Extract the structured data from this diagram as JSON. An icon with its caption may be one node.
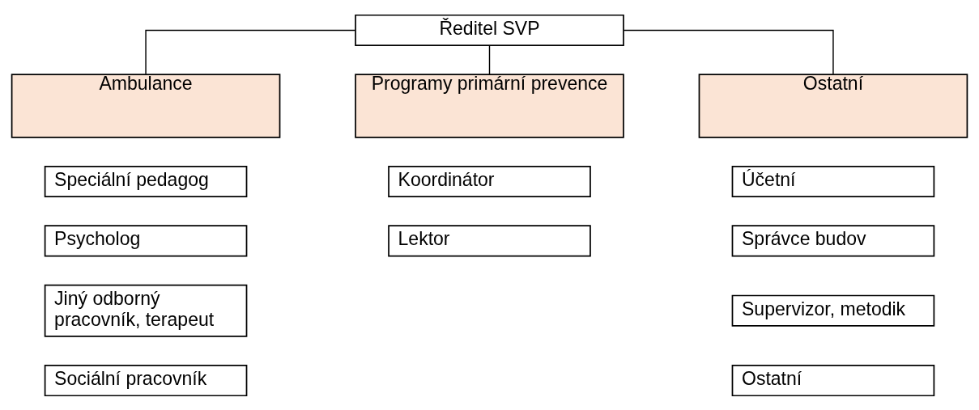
{
  "diagram": {
    "nodes": [
      {
        "text": [
          "Ředitel SVP"
        ]
      },
      {
        "text": [
          "Ambulance"
        ]
      },
      {
        "text": [
          "Programy primární prevence"
        ]
      },
      {
        "text": [
          "Ostatní"
        ]
      },
      {
        "text": [
          "Speciální pedagog"
        ]
      },
      {
        "text": [
          "Koordinátor"
        ]
      },
      {
        "text": [
          "Účetní"
        ]
      },
      {
        "text": [
          "Psycholog"
        ]
      },
      {
        "text": [
          "Lektor"
        ]
      },
      {
        "text": [
          "Správce budov"
        ]
      },
      {
        "text": [
          "Jiný odborný pracovník, terapeut"
        ]
      },
      {
        "text": [
          "Supervizor, metodik"
        ]
      },
      {
        "text": [
          "Sociální pracovník"
        ]
      },
      {
        "text": [
          "Ostatní"
        ]
      }
    ],
    "edges": [
      {
        "from": 0,
        "to": 1,
        "arrow": "none"
      },
      {
        "from": 0,
        "to": 2,
        "arrow": "none"
      },
      {
        "from": 0,
        "to": 3,
        "arrow": "none"
      }
    ]
  }
}
